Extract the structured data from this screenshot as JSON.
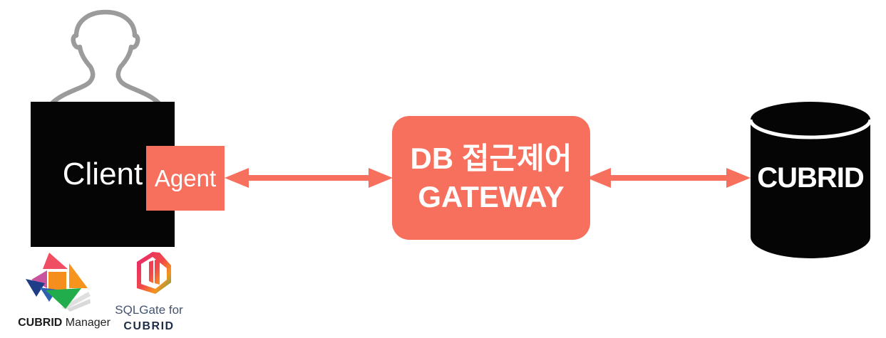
{
  "diagram": {
    "client": {
      "label": "Client"
    },
    "agent": {
      "label": "Agent"
    },
    "gateway": {
      "line1": "DB 접근제어",
      "line2": "GATEWAY"
    },
    "database": {
      "label": "CUBRID"
    },
    "logos": {
      "cubrid_manager": {
        "name_bold": "CUBRID",
        "name_regular": " Manager"
      },
      "sqlgate": {
        "line1": "SQLGate for",
        "line2": "CUBRID"
      }
    },
    "icons": {
      "person": "person-silhouette-icon",
      "database": "database-cylinder-icon",
      "connectors": "double-headed-arrow"
    },
    "colors": {
      "accent": "#F7705E",
      "ink": "#050505",
      "person_gray": "#9B9B9B"
    }
  }
}
